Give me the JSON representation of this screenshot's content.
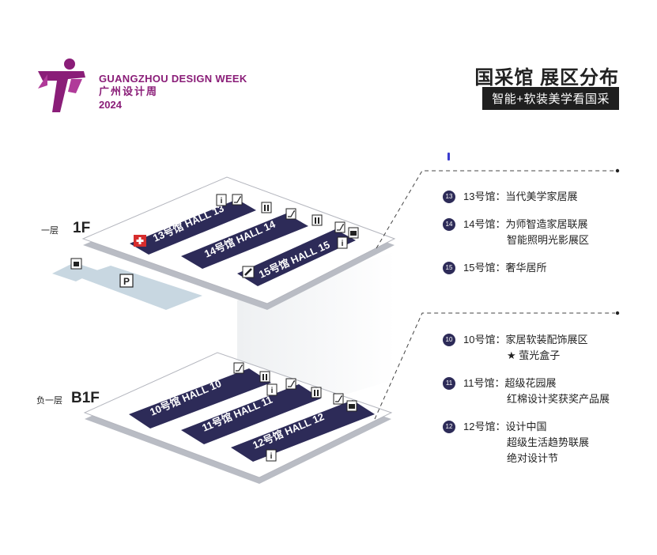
{
  "brand": {
    "name_en": "GUANGZHOU DESIGN WEEK",
    "name_cn": "广州设计周",
    "year": "2024",
    "color": "#8a1d78"
  },
  "header": {
    "title": "国采馆 展区分布",
    "subtitle": "智能+软装美学看国采"
  },
  "floors": [
    {
      "label": "一层",
      "code": "1F",
      "halls": [
        {
          "label": "13号馆 HALL 13"
        },
        {
          "label": "14号馆 HALL 14"
        },
        {
          "label": "15号馆 HALL 15"
        }
      ],
      "parking": "P"
    },
    {
      "label": "负一层",
      "code": "B1F",
      "halls": [
        {
          "label": "10号馆 HALL 10"
        },
        {
          "label": "11号馆 HALL 11"
        },
        {
          "label": "12号馆 HALL 12"
        }
      ]
    }
  ],
  "legend_1f": [
    {
      "num": "13",
      "lines": [
        "13号馆：当代美学家居展"
      ]
    },
    {
      "num": "14",
      "lines": [
        "14号馆：为师智造家居联展",
        "智能照明光影展区"
      ]
    },
    {
      "num": "15",
      "lines": [
        "15号馆：奢华居所"
      ]
    }
  ],
  "legend_b1f": [
    {
      "num": "10",
      "lines": [
        "10号馆：家居软装配饰展区",
        "★ 萤光盒子"
      ]
    },
    {
      "num": "11",
      "lines": [
        "11号馆：超级花园展",
        "红棉设计奖获奖产品展"
      ]
    },
    {
      "num": "12",
      "lines": [
        "12号馆：设计中国",
        "超级生活趋势联展",
        "绝对设计节"
      ]
    }
  ],
  "icons": {
    "info": "i",
    "hall_color": "#2d2b58",
    "accent_red": "#d62d2d"
  }
}
